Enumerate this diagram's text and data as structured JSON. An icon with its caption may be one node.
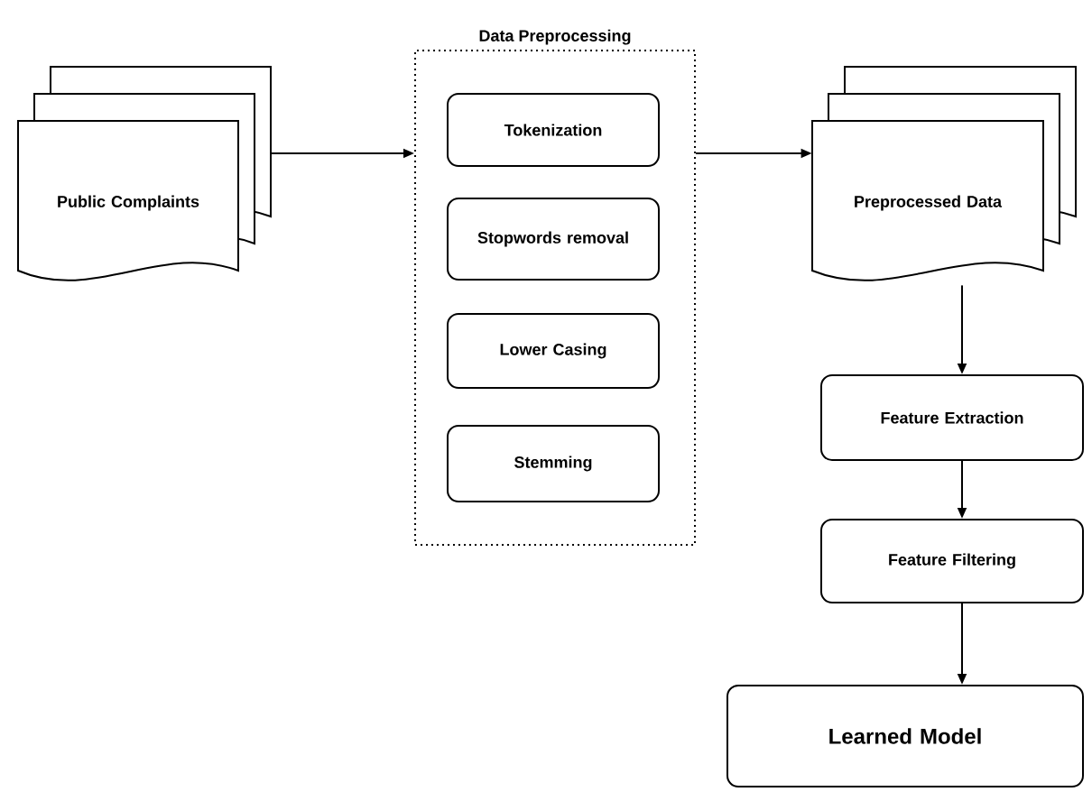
{
  "diagram": {
    "nodes": [
      {
        "text": [
          "Public Complaints"
        ]
      },
      {
        "text": [
          "Data Preprocessing"
        ]
      },
      {
        "text": [
          "Tokenization"
        ],
        "in": 1
      },
      {
        "text": [
          "Stopwords removal"
        ],
        "in": 1
      },
      {
        "text": [
          "Lower Casing"
        ],
        "in": 1
      },
      {
        "text": [
          "Stemming"
        ],
        "in": 1
      },
      {
        "text": [
          "Preprocessed Data"
        ]
      },
      {
        "text": [
          "Feature Extraction"
        ]
      },
      {
        "text": [
          "Feature Filtering"
        ]
      },
      {
        "text": [
          "Learned Model"
        ]
      }
    ],
    "edges": [
      {
        "from": 0,
        "to": 1,
        "arrow": "to"
      },
      {
        "from": 1,
        "to": 6,
        "arrow": "to"
      },
      {
        "from": 6,
        "to": 7,
        "arrow": "to"
      },
      {
        "from": 7,
        "to": 8,
        "arrow": "to"
      },
      {
        "from": 8,
        "to": 9,
        "arrow": "to"
      }
    ]
  }
}
